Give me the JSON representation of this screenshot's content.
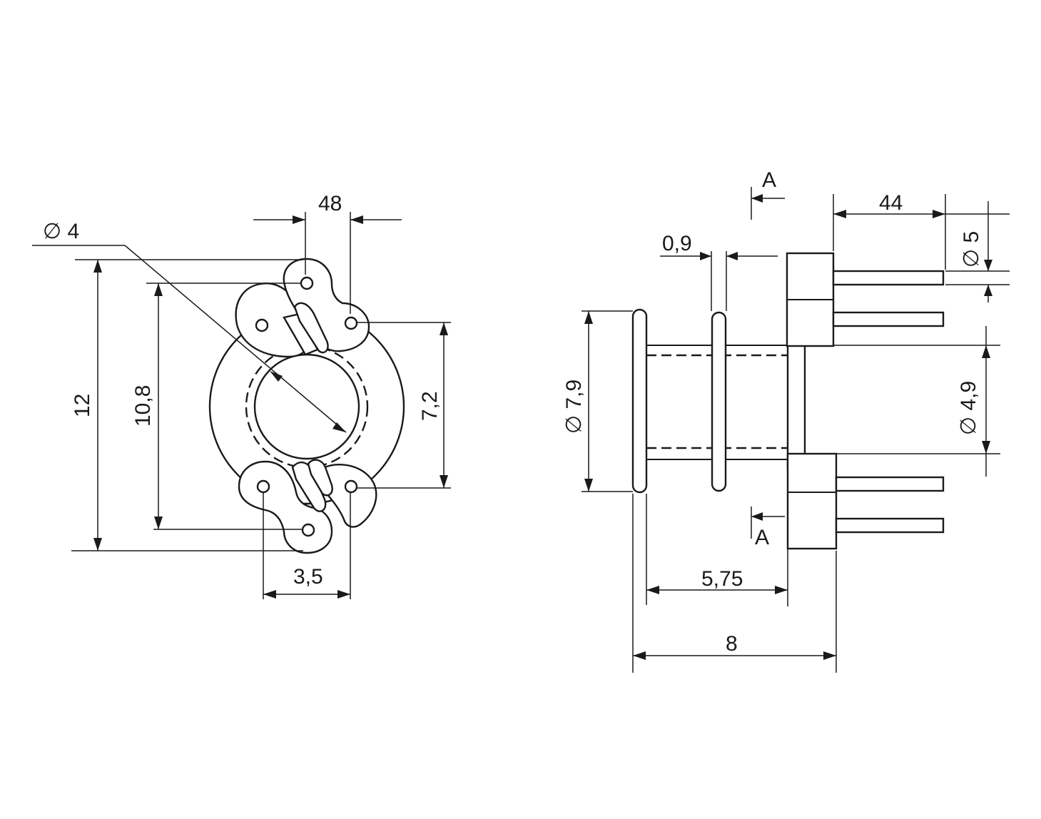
{
  "front_view": {
    "dims": {
      "pitch_top": "48",
      "bore_diameter": "∅ 4",
      "overall_height": "12",
      "pin_row_height": "10,8",
      "pin_spacing_vertical": "7,2",
      "pin_spacing_horizontal": "3,5"
    }
  },
  "side_view": {
    "section_label_top": "A",
    "section_label_bottom": "A",
    "dims": {
      "pin_length": "44",
      "pin_diameter": "∅ 5",
      "flange_thickness": "0,9",
      "flange_diameter": "∅ 7,9",
      "core_diameter": "∅ 4,9",
      "body_length": "5,75",
      "overall_length": "8"
    }
  },
  "colors": {
    "line": "#1a1a1a",
    "background": "#ffffff"
  }
}
